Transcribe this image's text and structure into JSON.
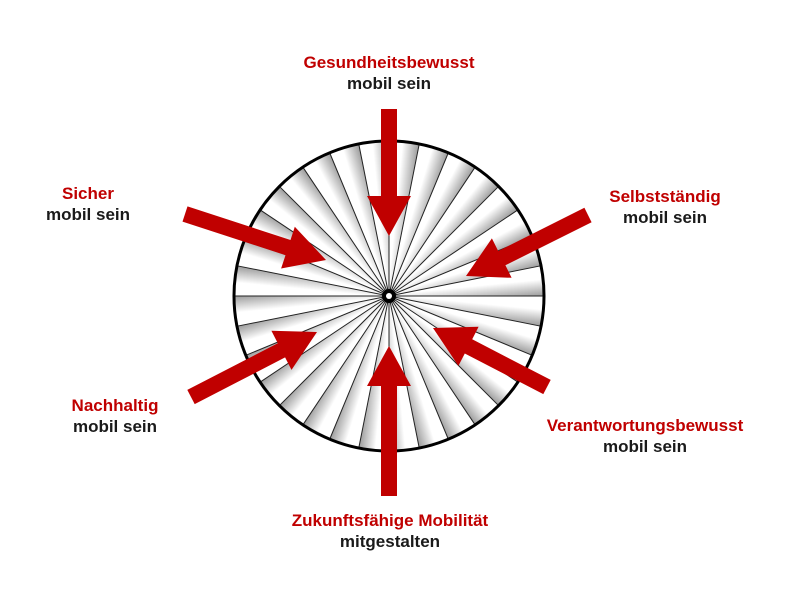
{
  "diagram": {
    "spoke_count": 32,
    "colors": {
      "arrow": "#c00000",
      "title_text": "#c00000",
      "sub_text": "#1a1a1a",
      "wheel_outline": "#000000",
      "segment_light": "#ffffff",
      "segment_dark": "#9a9a9a"
    },
    "labels": {
      "top": {
        "title": "Gesundheitsbewusst",
        "sub": "mobil sein"
      },
      "left_top": {
        "title": "Sicher",
        "sub": "mobil sein"
      },
      "right_top": {
        "title": "Selbstständig",
        "sub": "mobil sein"
      },
      "left_bottom": {
        "title": "Nachhaltig",
        "sub": "mobil sein"
      },
      "right_bottom": {
        "title": "Verantwortungsbewusst",
        "sub": "mobil sein"
      },
      "bottom": {
        "title": "Zukunftsfähige Mobilität",
        "sub": "mitgestalten"
      }
    }
  }
}
